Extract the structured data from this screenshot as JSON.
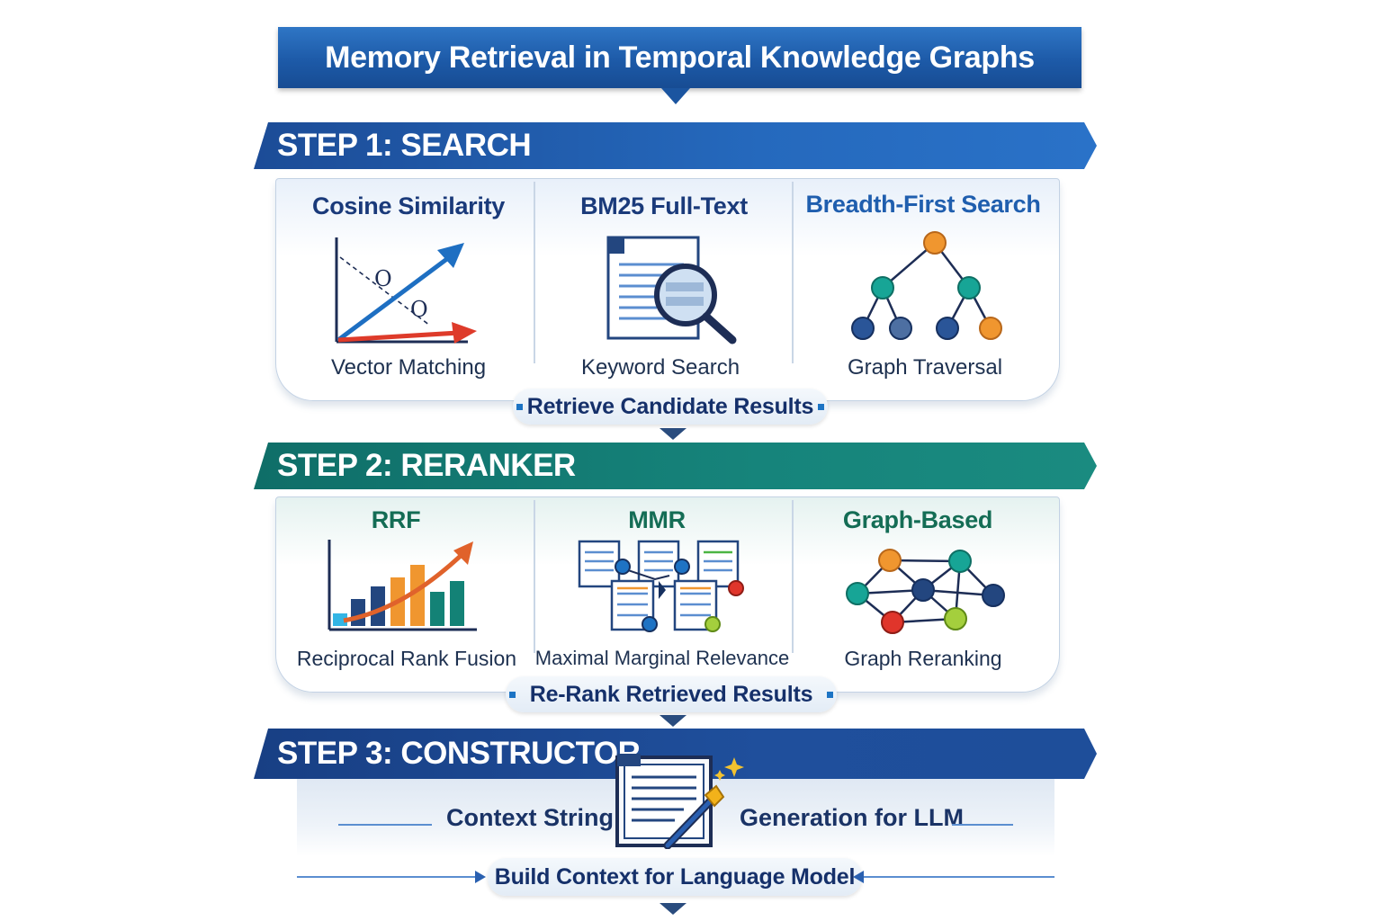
{
  "title": "Memory Retrieval in Temporal Knowledge Graphs",
  "step1": {
    "banner": "STEP 1:  SEARCH",
    "columns": [
      {
        "title": "Cosine Similarity",
        "caption": "Vector Matching",
        "icon": "cosine-vector-chart-icon"
      },
      {
        "title": "BM25 Full-Text",
        "caption": "Keyword Search",
        "icon": "document-magnifier-icon"
      },
      {
        "title": "Breadth-First Search",
        "caption": "Graph Traversal",
        "icon": "tree-graph-icon"
      }
    ],
    "result": "Retrieve Candidate Results",
    "title_color": "#1a3a7a"
  },
  "step2": {
    "banner": "STEP 2:  RERANKER",
    "columns": [
      {
        "title": "RRF",
        "caption": "Reciprocal Rank Fusion",
        "icon": "rising-bar-chart-icon"
      },
      {
        "title": "MMR",
        "caption": "Maximal Marginal Relevance",
        "icon": "linked-documents-icon"
      },
      {
        "title": "Graph-Based",
        "caption": "Graph Reranking",
        "icon": "network-graph-icon"
      }
    ],
    "result": "Re-Rank Retrieved Results",
    "title_color": "#146d55"
  },
  "step3": {
    "banner": "STEP 3: CONSTRUCTOR",
    "left_text": "Context String",
    "right_text": "Generation for LLM",
    "icon": "document-pen-sparkle-icon",
    "result": "Build Context for Language Model"
  },
  "colors": {
    "step1": "#2569bd",
    "step2": "#16847b",
    "step3": "#1f4f9c",
    "orange": "#f0962f",
    "teal": "#17a596",
    "navy": "#23467f",
    "red": "#e0352b"
  }
}
